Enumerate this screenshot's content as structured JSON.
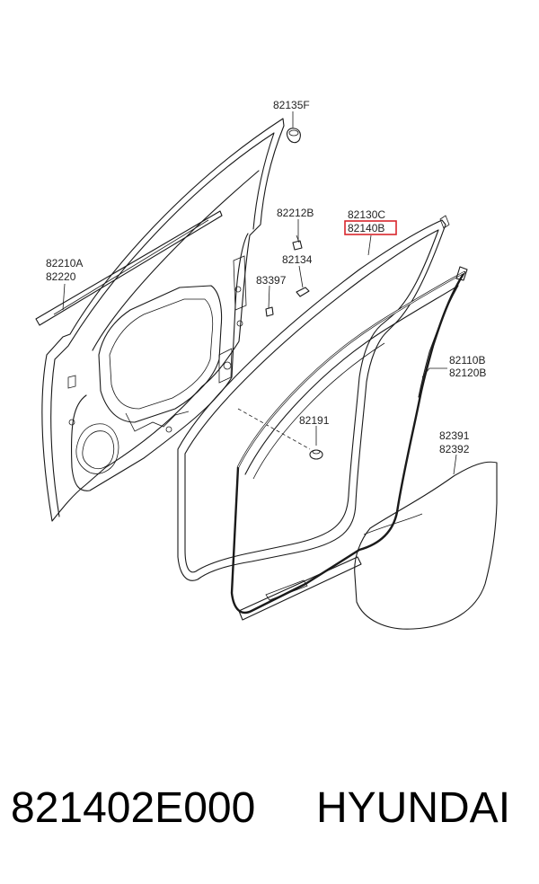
{
  "labels": {
    "l_82135F": "82135F",
    "l_82212B": "82212B",
    "l_82134": "82134",
    "l_83397": "83397",
    "l_82130C": "82130C",
    "l_82140B": "82140B",
    "l_82210A": "82210A",
    "l_82220": "82220",
    "l_82110B": "82110B",
    "l_82120B": "82120B",
    "l_82191": "82191",
    "l_82391": "82391",
    "l_82392": "82392"
  },
  "highlight_color": "#d9262c",
  "footer": {
    "part_number": "821402E000",
    "brand": "HYUNDAI"
  }
}
